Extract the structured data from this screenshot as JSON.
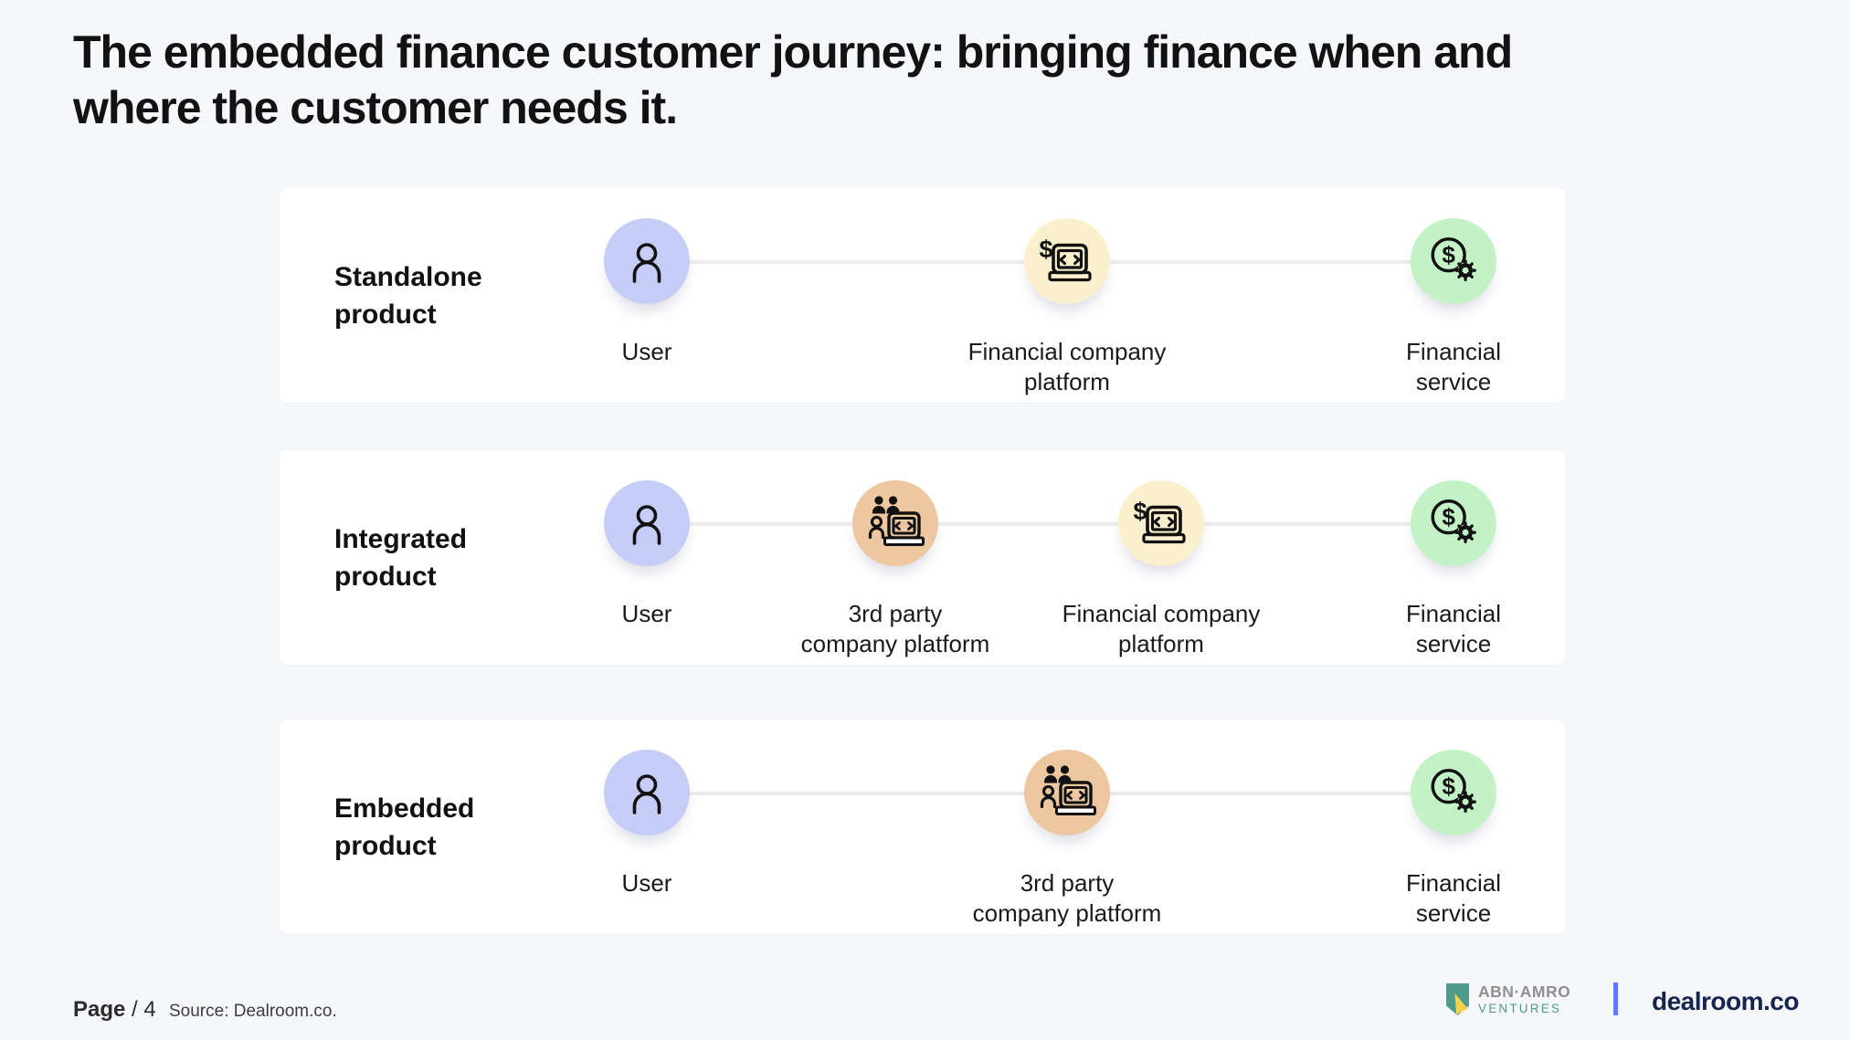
{
  "title": {
    "line1": "The embedded finance customer journey: bringing finance when and",
    "line2": "where the customer needs it."
  },
  "rows": [
    {
      "label_line1": "Standalone",
      "label_line2": "product",
      "nodes": [
        {
          "icon": "user-icon",
          "label_line1": "User"
        },
        {
          "icon": "financial-platform-icon",
          "label_line1": "Financial company",
          "label_line2": "platform"
        },
        {
          "icon": "financial-service-icon",
          "label_line1": "Financial",
          "label_line2": "service"
        }
      ]
    },
    {
      "label_line1": "Integrated",
      "label_line2": "product",
      "nodes": [
        {
          "icon": "user-icon",
          "label_line1": "User"
        },
        {
          "icon": "third-party-platform-icon",
          "label_line1": "3rd party",
          "label_line2": "company platform"
        },
        {
          "icon": "financial-platform-icon",
          "label_line1": "Financial company",
          "label_line2": "platform"
        },
        {
          "icon": "financial-service-icon",
          "label_line1": "Financial",
          "label_line2": "service"
        }
      ]
    },
    {
      "label_line1": "Embedded",
      "label_line2": "product",
      "nodes": [
        {
          "icon": "user-icon",
          "label_line1": "User"
        },
        {
          "icon": "third-party-platform-icon",
          "label_line1": "3rd party",
          "label_line2": "company platform"
        },
        {
          "icon": "financial-service-icon",
          "label_line1": "Financial",
          "label_line2": "service"
        }
      ]
    }
  ],
  "footer": {
    "page_label": "Page",
    "page_number": "/ 4",
    "source": "Source: Dealroom.co.",
    "abn_line1": "ABN·AMRO",
    "abn_line2": "VENTURES",
    "dealroom": "dealroom.co"
  },
  "colors": {
    "background": "#f6f7fb",
    "card": "#ffffff",
    "user_circle": "#c5cdf7",
    "financial_platform_circle": "#faf0cd",
    "third_party_circle": "#ecc79f",
    "financial_service_circle": "#c3f2c6",
    "connector": "#ececec",
    "abn_teal": "#4e9b8e",
    "abn_yellow": "#f9d24a",
    "abn_gray": "#8f8f8f",
    "divider_blue": "#5b79fa",
    "dealroom_navy": "#16254d"
  }
}
